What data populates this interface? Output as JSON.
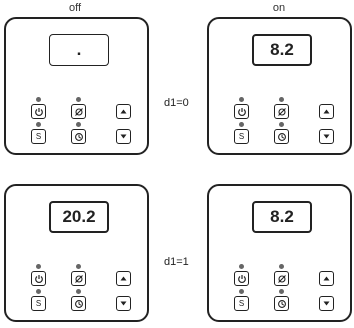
{
  "captions": {
    "off": "off",
    "on": "on"
  },
  "row_labels": {
    "row1": "d1=0",
    "row2": "d1=1"
  },
  "panels": [
    {
      "display": "."
    },
    {
      "display": "8.2"
    },
    {
      "display": "20.2"
    },
    {
      "display": "8.2"
    }
  ],
  "keys": {
    "power": "power-icon",
    "light": "light-off-icon",
    "up": "up-arrow-icon",
    "set": "S",
    "timer": "timer-icon",
    "down": "down-arrow-icon"
  }
}
